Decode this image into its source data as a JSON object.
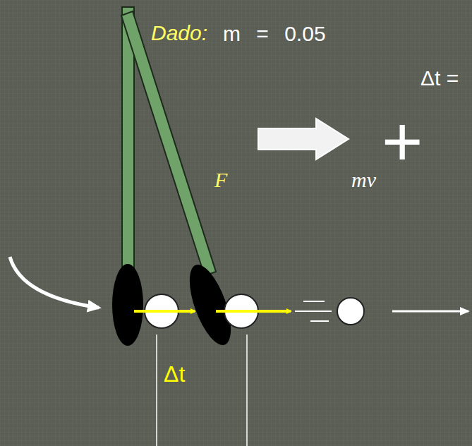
{
  "diagram": {
    "labels": [
      "Dado:",
      "m = 0.05",
      "Δt =",
      "+",
      "F",
      "mv",
      "Δt"
    ]
  }
}
